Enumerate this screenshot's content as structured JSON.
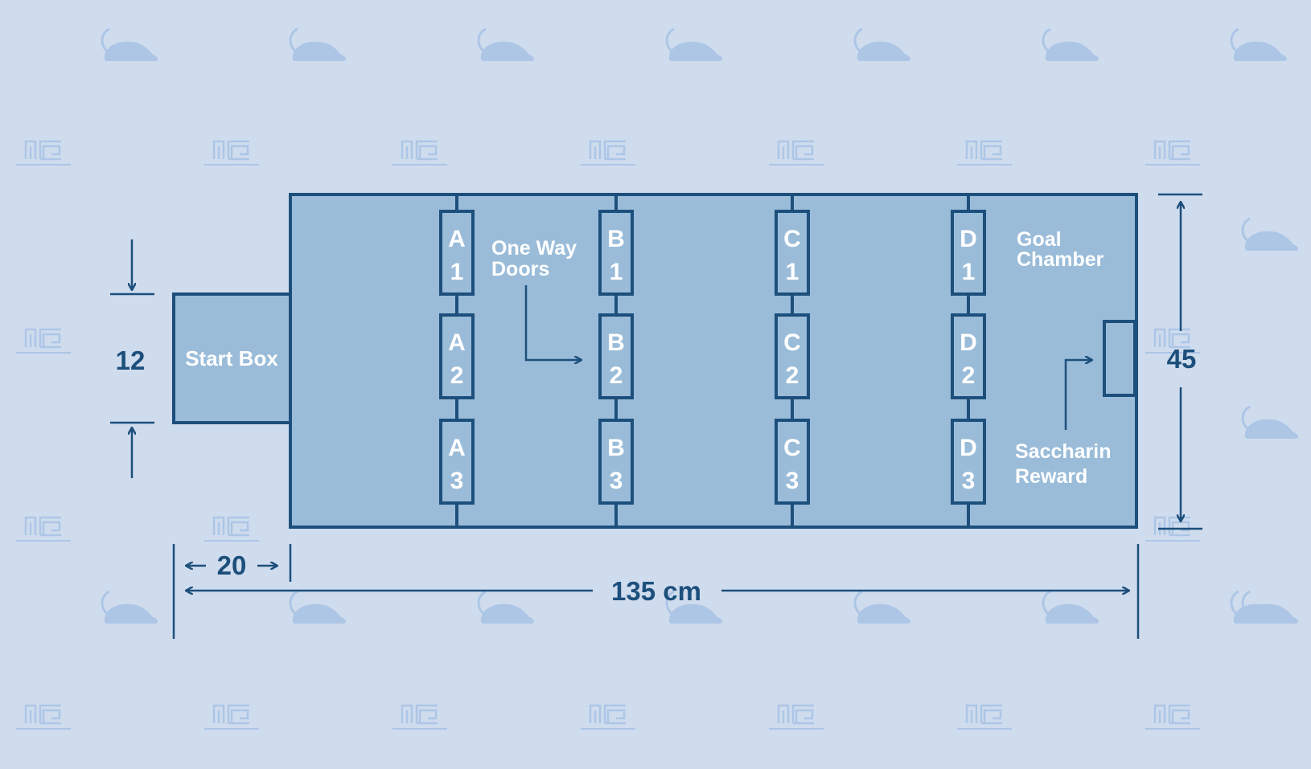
{
  "colors": {
    "background": "#cfdcee",
    "chamber_fill": "#9abcd9",
    "stroke": "#1d4f7c",
    "label": "#ffffff",
    "watermark": "#adc6e6"
  },
  "labels": {
    "start_box": "Start Box",
    "one_way_doors_line1": "One Way",
    "one_way_doors_line2": "Doors",
    "goal_chamber_line1": "Goal",
    "goal_chamber_line2": "Chamber",
    "saccharin_line1": "Saccharin",
    "saccharin_line2": "Reward"
  },
  "dimensions": {
    "start_box_height": "12",
    "start_box_width": "20",
    "total_length": "135 cm",
    "height": "45"
  },
  "doors": [
    {
      "letter": "A",
      "numbers": [
        "1",
        "2",
        "3"
      ]
    },
    {
      "letter": "B",
      "numbers": [
        "1",
        "2",
        "3"
      ]
    },
    {
      "letter": "C",
      "numbers": [
        "1",
        "2",
        "3"
      ]
    },
    {
      "letter": "D",
      "numbers": [
        "1",
        "2",
        "3"
      ]
    }
  ],
  "watermark": {
    "icons": [
      "rat-icon",
      "maze-logo-icon"
    ]
  }
}
